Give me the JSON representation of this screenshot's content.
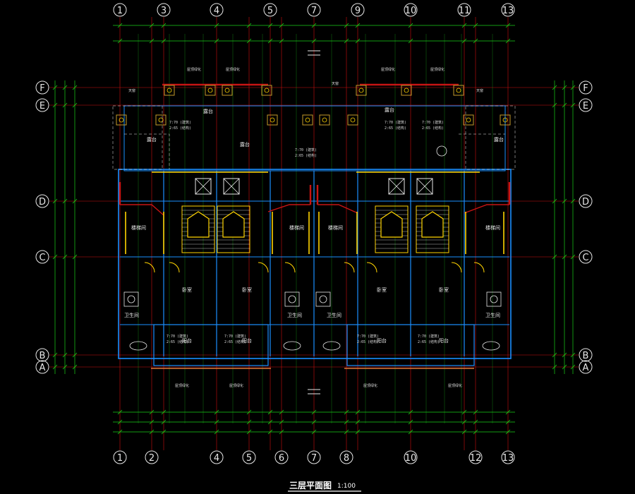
{
  "drawing": {
    "title": "三层平面图",
    "scale": "1:100",
    "colors": {
      "background": "#000000",
      "grid_line": "#d01010",
      "dimension": "#19d219",
      "wall": "#1a8fff",
      "text": "#e8e8e8",
      "partition": "#ffd400",
      "column": "#c49a2a",
      "cut_wall": "#c81414",
      "title": "#ffffff"
    },
    "axes_top": [
      "1",
      "3",
      "4",
      "5",
      "7",
      "9",
      "10",
      "11",
      "13"
    ],
    "axes_bottom": [
      "1",
      "2",
      "4",
      "5",
      "6",
      "7",
      "8",
      "10",
      "12",
      "13"
    ],
    "axes_left": [
      "F",
      "E",
      "D",
      "C",
      "B",
      "A"
    ],
    "axes_right": [
      "F",
      "E",
      "D",
      "C",
      "B",
      "A"
    ],
    "rooms": {
      "dewu": "露台",
      "stair": "楼梯间",
      "bedroom": "卧室",
      "bathroom": "卫生间",
      "balcony": "阳台",
      "note_a": "7:70 (建筑)",
      "note_b": "2:65 (结构)",
      "roof": "屋顶绿化",
      "sunroom": "天窗"
    }
  }
}
